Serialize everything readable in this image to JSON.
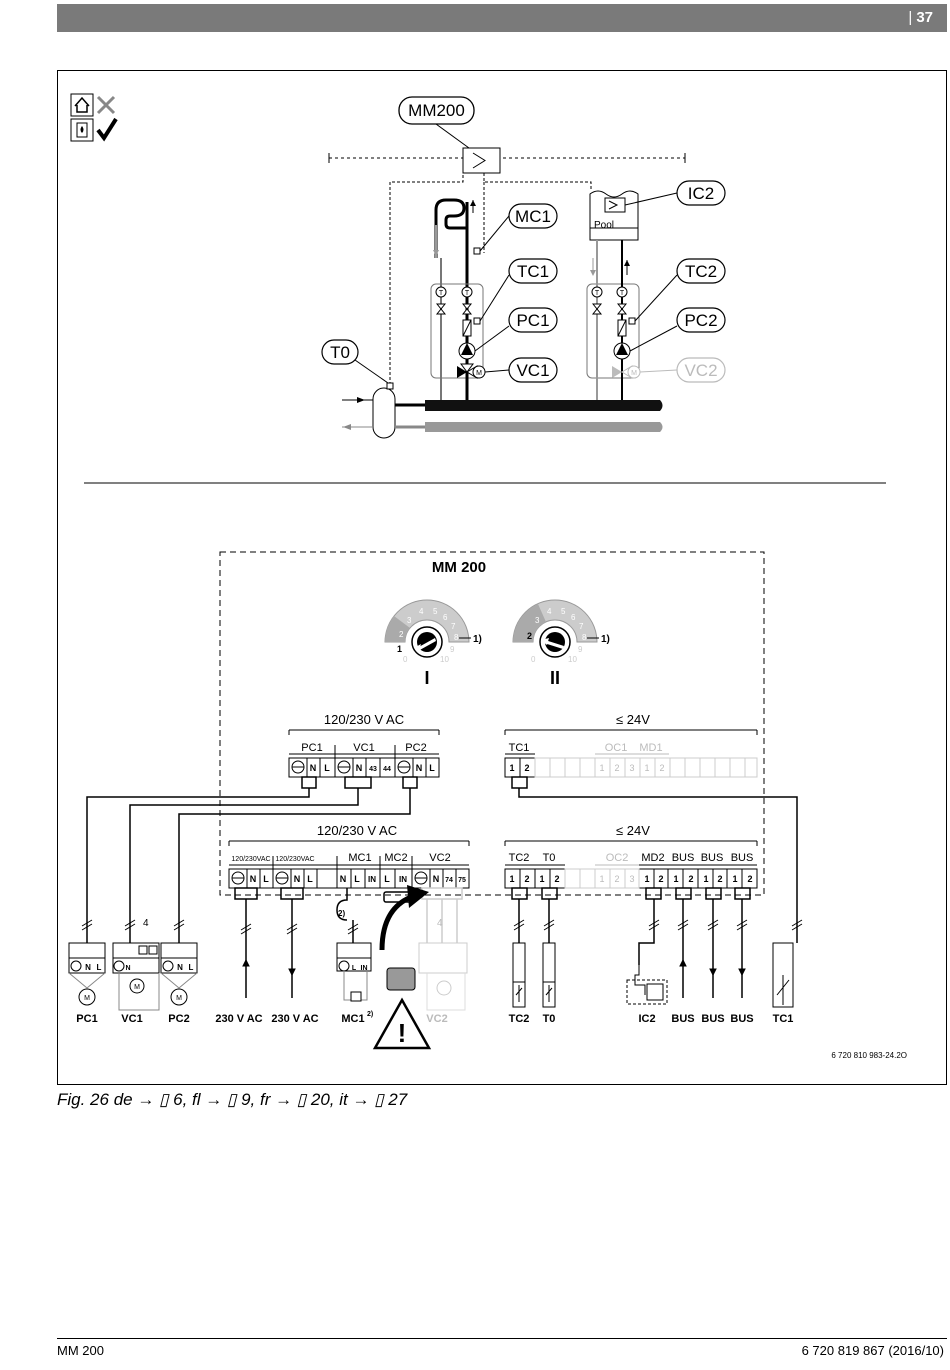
{
  "page": {
    "number": "37",
    "footer_left": "MM 200",
    "footer_right": "6 720 819 867 (2016/10)"
  },
  "caption": {
    "fig": "Fig. 26",
    "text": "de → ▯ 6, fl → ▯ 9, fr → ▯ 20, it → ▯ 27"
  },
  "hydraulic": {
    "module": "MM200",
    "labels": {
      "mc1": "MC1",
      "tc1": "TC1",
      "pc1": "PC1",
      "vc1": "VC1",
      "ic2": "IC2",
      "tc2": "TC2",
      "pc2": "PC2",
      "vc2": "VC2",
      "t0": "T0",
      "pool": "Pool"
    }
  },
  "wiring": {
    "title": "MM 200",
    "switch1": {
      "label": "I",
      "note": "1)",
      "numbers": [
        "0",
        "1",
        "2",
        "3",
        "4",
        "5",
        "6",
        "7",
        "8",
        "9",
        "10"
      ]
    },
    "switch2": {
      "label": "II",
      "note": "1)",
      "numbers": [
        "0",
        "1",
        "2",
        "3",
        "4",
        "5",
        "6",
        "7",
        "8",
        "9",
        "10"
      ]
    },
    "upper_hv": {
      "header": "120/230 V AC",
      "groups": [
        "PC1",
        "VC1",
        "PC2"
      ],
      "terminals": [
        "N",
        "L",
        "N",
        "43",
        "44",
        "N",
        "L"
      ]
    },
    "upper_lv": {
      "header": "≤ 24V",
      "groups": [
        "TC1",
        "OC1",
        "MD1"
      ],
      "terminals": [
        "1",
        "2",
        "1",
        "2",
        "3",
        "1",
        "2"
      ]
    },
    "lower_hv": {
      "header": "120/230 V AC",
      "groups": [
        "120/230VAC",
        "120/230VAC",
        "MC1",
        "MC2",
        "VC2"
      ],
      "terminals": [
        "N",
        "L",
        "N",
        "L",
        "N",
        "L",
        "IN",
        "L",
        "IN",
        "N",
        "74",
        "75"
      ]
    },
    "lower_lv": {
      "header": "≤ 24V",
      "groups": [
        "TC2",
        "T0",
        "OC2",
        "MD2",
        "BUS",
        "BUS",
        "BUS"
      ],
      "terminals": [
        "1",
        "2",
        "1",
        "2",
        "1",
        "2",
        "3",
        "1",
        "2",
        "1",
        "2",
        "1",
        "2",
        "1",
        "2"
      ]
    },
    "devices": [
      "PC1",
      "VC1",
      "PC2",
      "230 V AC",
      "230 V AC",
      "MC1",
      "VC2",
      "TC2",
      "T0",
      "IC2",
      "BUS",
      "BUS",
      "BUS",
      "TC1"
    ],
    "mc1_note": "2)",
    "wire_count": "4",
    "doc_code": "6 720 810 983-24.2O"
  }
}
